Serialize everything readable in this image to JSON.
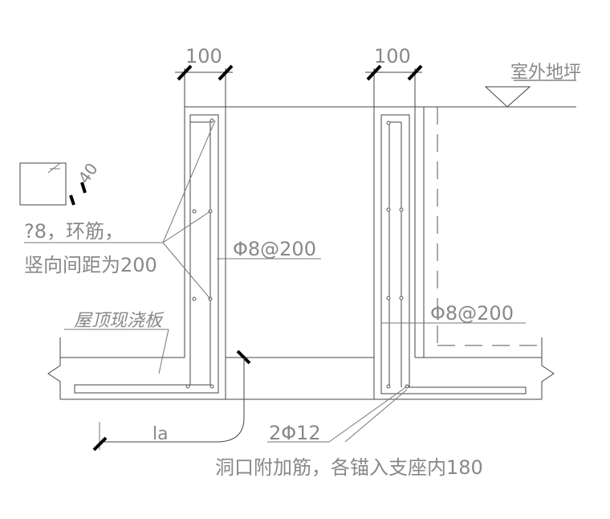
{
  "labels": {
    "dim_left": "100",
    "dim_right": "100",
    "dim_40": "40",
    "ground": "室外地坪",
    "hoop_line1": "?8，环筋，",
    "hoop_line2": "竖向间距为200",
    "rebar_left": "Φ8@200",
    "rebar_right": "Φ8@200",
    "roof_slab": "屋顶现浇板",
    "la": "la",
    "opening_bars": "2Φ12",
    "opening_note": "洞口附加筋，各锚入支座内180"
  }
}
